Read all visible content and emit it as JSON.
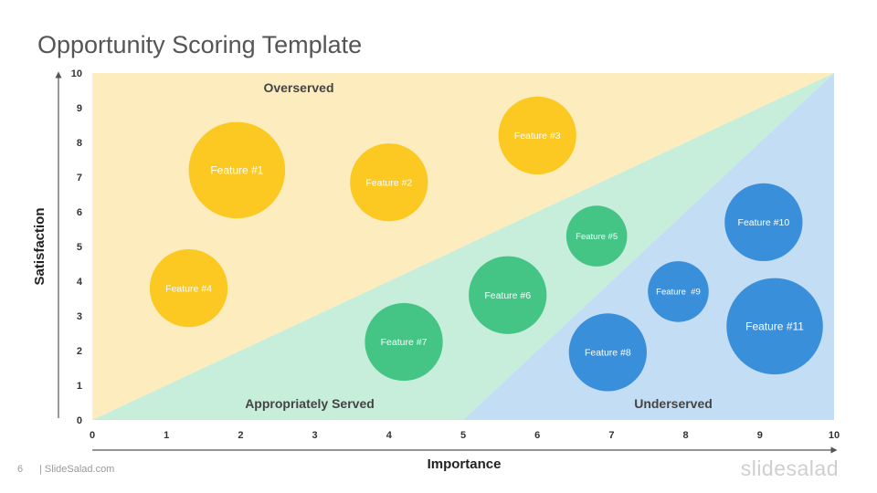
{
  "slide": {
    "title": "Opportunity Scoring Template",
    "page_number": "6",
    "site": "| SlideSalad.com",
    "brand": "slidesalad"
  },
  "colors": {
    "overserved": "#FDEDBE",
    "appropriate": "#C7EEDB",
    "underserved": "#C3DDF5",
    "yellow": "#FCC822",
    "green": "#44C485",
    "blue": "#3A8FDA"
  },
  "chart_data": {
    "type": "scatter",
    "xlabel": "Importance",
    "ylabel": "Satisfaction",
    "xlim": [
      0,
      10
    ],
    "ylim": [
      0,
      10
    ],
    "x_ticks": [
      0,
      1,
      2,
      3,
      4,
      5,
      6,
      7,
      8,
      9,
      10
    ],
    "y_ticks": [
      0,
      1,
      2,
      3,
      4,
      5,
      6,
      7,
      8,
      9,
      10
    ],
    "regions": [
      {
        "name": "Overserved",
        "color_key": "overserved"
      },
      {
        "name": "Appropriately Served",
        "color_key": "appropriate"
      },
      {
        "name": "Underserved",
        "color_key": "underserved"
      }
    ],
    "points": [
      {
        "label": "Feature #1",
        "x": 1.95,
        "y": 7.2,
        "size": 1.3,
        "color_key": "yellow"
      },
      {
        "label": "Feature #2",
        "x": 4.0,
        "y": 6.85,
        "size": 1.05,
        "color_key": "yellow"
      },
      {
        "label": "Feature #3",
        "x": 6.0,
        "y": 8.2,
        "size": 1.05,
        "color_key": "yellow"
      },
      {
        "label": "Feature #4",
        "x": 1.3,
        "y": 3.8,
        "size": 1.05,
        "color_key": "yellow"
      },
      {
        "label": "Feature #5",
        "x": 6.8,
        "y": 5.3,
        "size": 0.82,
        "color_key": "green"
      },
      {
        "label": "Feature #6",
        "x": 5.6,
        "y": 3.6,
        "size": 1.05,
        "color_key": "green"
      },
      {
        "label": "Feature #7",
        "x": 4.2,
        "y": 2.25,
        "size": 1.05,
        "color_key": "green"
      },
      {
        "label": "Feature #8",
        "x": 6.95,
        "y": 1.95,
        "size": 1.05,
        "color_key": "blue"
      },
      {
        "label": "Feature  #9",
        "x": 7.9,
        "y": 3.7,
        "size": 0.82,
        "color_key": "blue"
      },
      {
        "label": "Feature #10",
        "x": 9.05,
        "y": 5.7,
        "size": 1.05,
        "color_key": "blue"
      },
      {
        "label": "Feature #11",
        "x": 9.2,
        "y": 2.7,
        "size": 1.3,
        "color_key": "blue"
      }
    ]
  }
}
